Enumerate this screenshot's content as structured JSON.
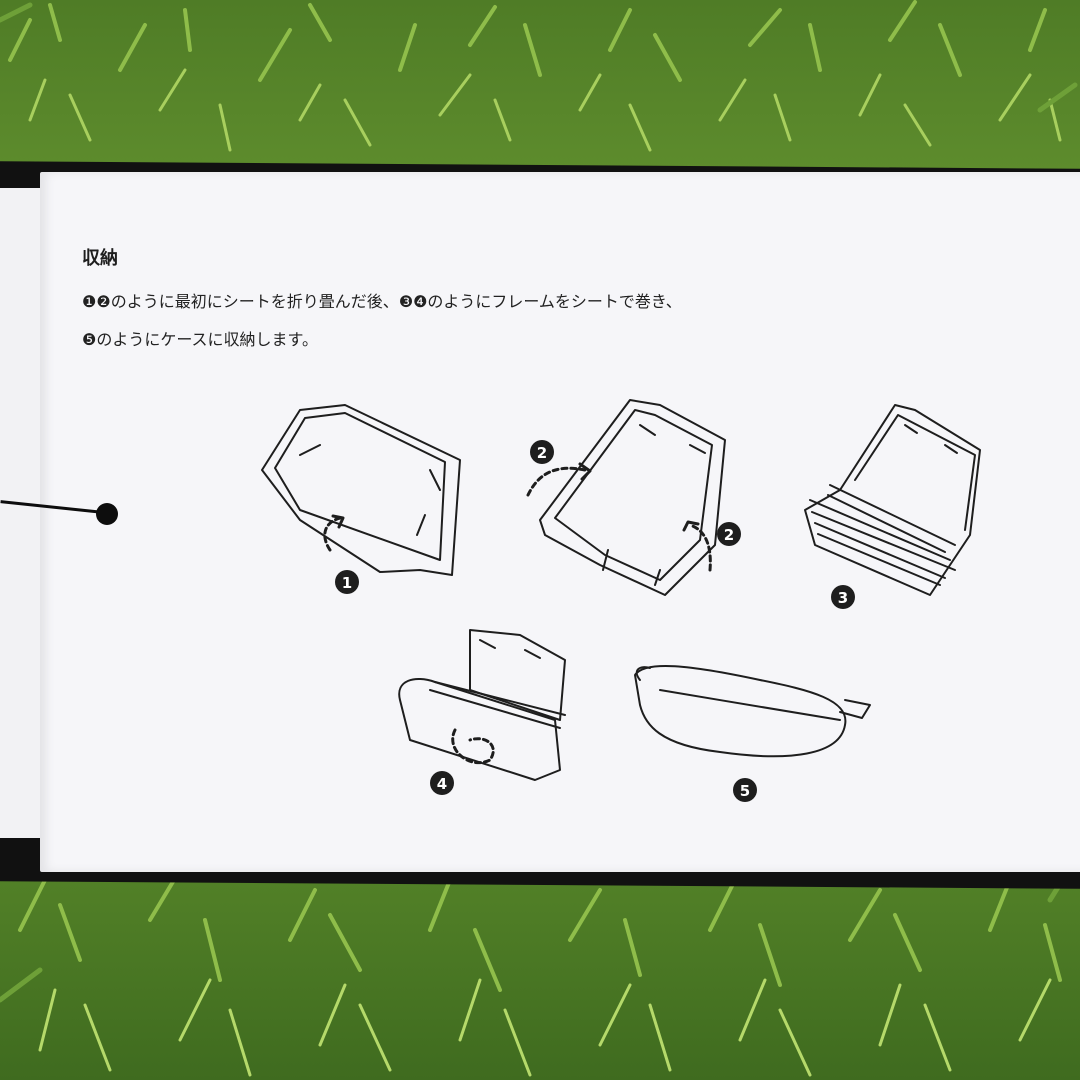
{
  "manual": {
    "heading": "収納",
    "instruction_line1": "❶❷のように最初にシートを折り畳んだ後、❸❹のようにフレームをシートで巻き、",
    "instruction_line2": "❺のようにケースに収納します。"
  },
  "steps": [
    {
      "number": "1"
    },
    {
      "number": "2"
    },
    {
      "number": "3"
    },
    {
      "number": "4"
    },
    {
      "number": "5"
    }
  ],
  "colors": {
    "grass": "#5d8d2c",
    "paper": "#f6f6f9",
    "ink": "#1e1e1e",
    "booklet_cover": "#111111"
  }
}
